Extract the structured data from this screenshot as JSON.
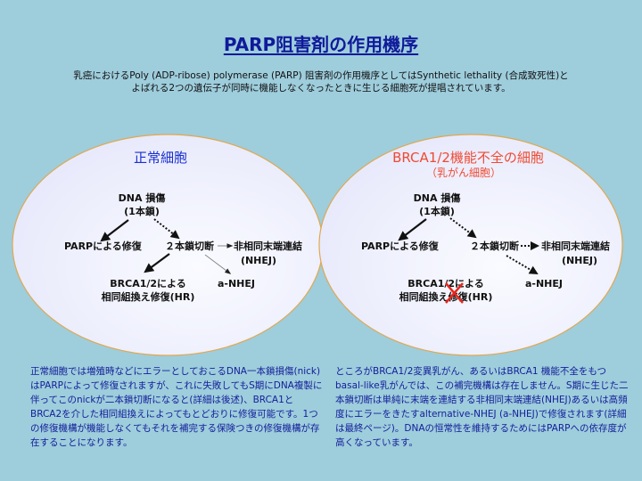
{
  "title": "PARP阻害剤の作用機序",
  "intro": {
    "line1": "乳癌におけるPoly (ADP-ribose) polymerase (PARP) 阻害剤の作用機序としてはSynthetic lethality (合成致死性)と",
    "line2": "よばれる2つの遺伝子が同時に機能しなくなったときに生じる細胞死が提唱されています。"
  },
  "colors": {
    "background": "#9ecddc",
    "title": "#101a9a",
    "normal_heading": "#1a2fd0",
    "brca_heading": "#f04a33",
    "cross": "#e8261c",
    "ellipse_border": "#e0a850",
    "paragraph": "#14209a"
  },
  "normal_cell": {
    "heading": "正常細胞",
    "dna_damage": "DNA 損傷",
    "single_strand": "(1本鎖)",
    "parp_repair": "PARPによる修復",
    "double_strand_break": "２本鎖切断",
    "nhej": "非相同末端連結",
    "nhej_abbr": "(NHEJ)",
    "brca_repair_1": "BRCA1/2による",
    "brca_repair_2": "相同組換え修復(HR)",
    "a_nhej": "a-NHEJ"
  },
  "brca_cell": {
    "heading": "BRCA1/2機能不全の細胞",
    "subheading": "（乳がん細胞）",
    "dna_damage": "DNA 損傷",
    "single_strand": "(1本鎖)",
    "parp_repair": "PARPによる修復",
    "double_strand_break": "２本鎖切断",
    "nhej": "非相同末端連結",
    "nhej_abbr": "(NHEJ)",
    "brca_repair_1": "BRCA1/2による",
    "brca_repair_2": "相同組換え修復(HR)",
    "a_nhej": "a-NHEJ"
  },
  "paragraph_left": "正常細胞では増殖時などにエラーとしておこるDNA一本鎖損傷(nick)はPARPによって修復されますが、これに失敗してもS期にDNA複製に伴ってこのnickが二本鎖切断になると(詳細は後述)、BRCA1とBRCA2を介した相同組換えによってもとどおりに修復可能です。1つの修復機構が機能しなくてもそれを補完する保険つきの修復機構が存在することになります。",
  "paragraph_right": "ところがBRCA1/2変異乳がん、あるいはBRCA1 機能不全をもつbasal-like乳がんでは、この補完機構は存在しません。S期に生じた二本鎖切断は単純に末端を連結する非相同末端連結(NHEJ)あるいは高頻度にエラーをきたすalternative-NHEJ (a-NHEJ)で修復されます(詳細は最終ページ)。DNAの恒常性を維持するためにはPARPへの依存度が高くなっています。"
}
